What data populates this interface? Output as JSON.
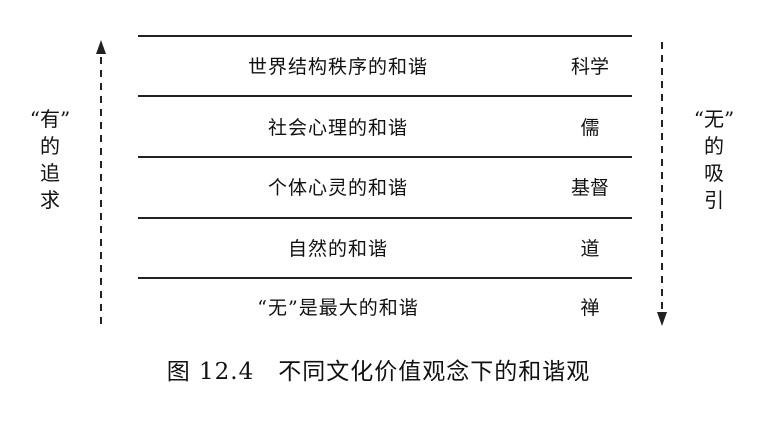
{
  "rows": [
    {
      "label": "世界结构秩序的和谐",
      "tradition": "科学"
    },
    {
      "label": "社会心理的和谐",
      "tradition": "儒"
    },
    {
      "label": "个体心灵的和谐",
      "tradition": "基督"
    },
    {
      "label": "自然的和谐",
      "tradition": "道"
    },
    {
      "label": "“无”是最大的和谐",
      "tradition": "禅"
    }
  ],
  "left_label": "“有”\n的\n追\n求",
  "right_label": "“无”\n的\n吸\n引",
  "caption": "图 12.4　不同文化价值观念下的和谐观"
}
